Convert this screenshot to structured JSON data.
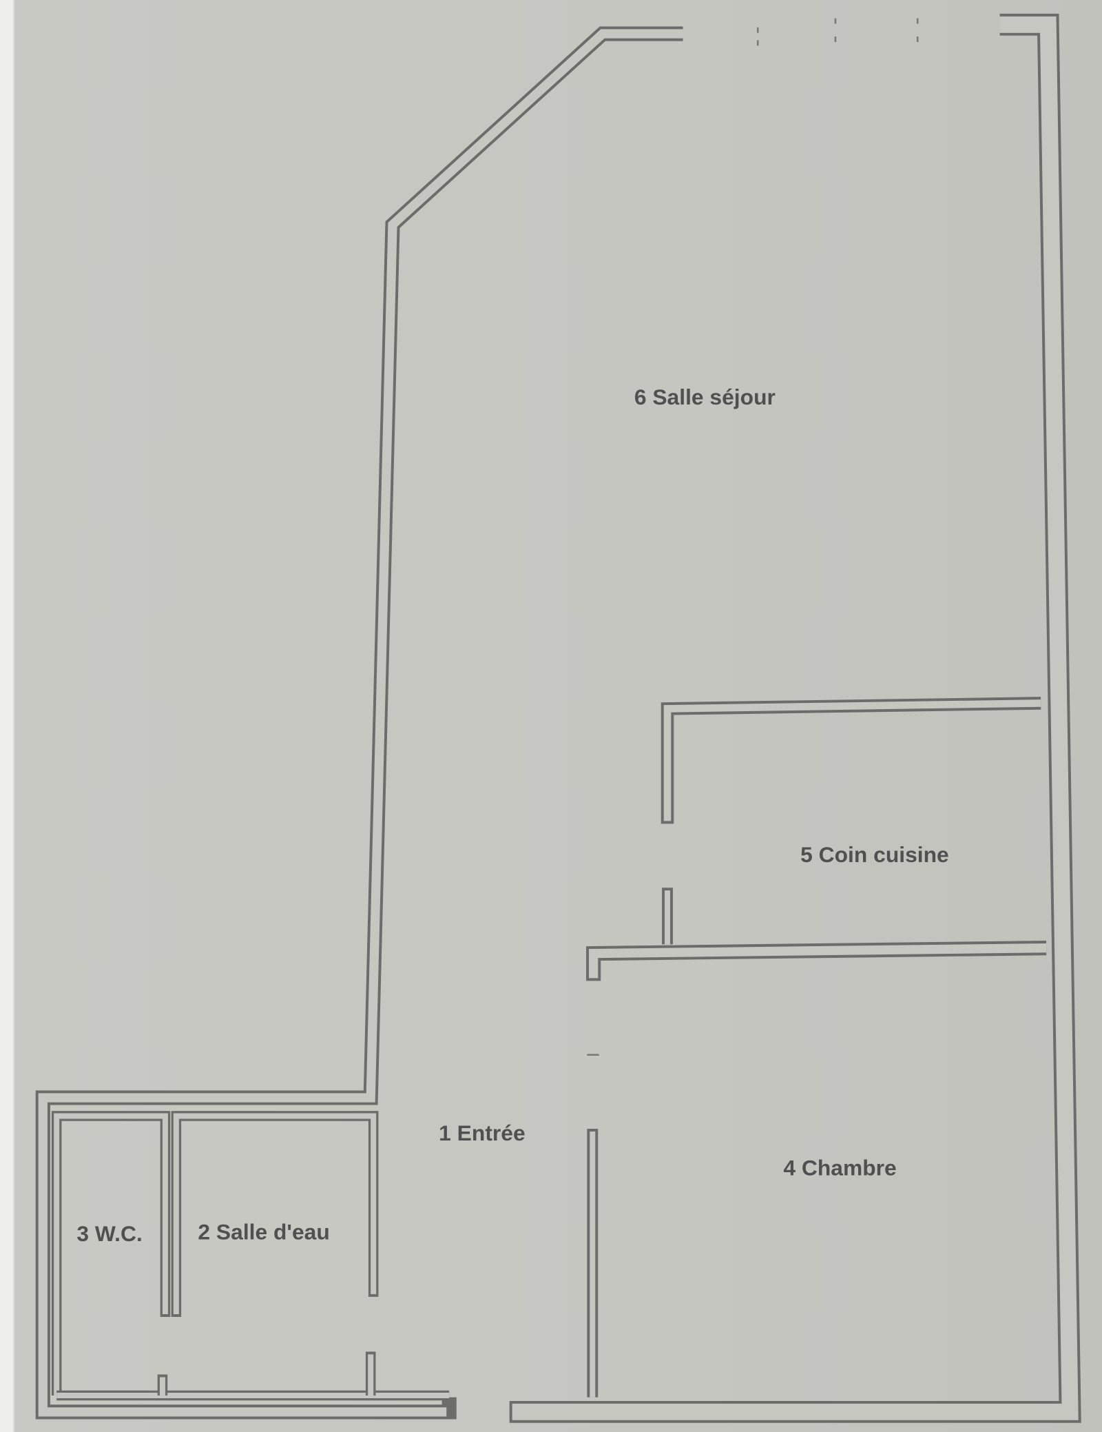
{
  "floor_plan": {
    "rooms": [
      {
        "id": "1",
        "label": "1 Entrée"
      },
      {
        "id": "2",
        "label": "2 Salle d'eau"
      },
      {
        "id": "3",
        "label": "3 W.C."
      },
      {
        "id": "4",
        "label": "4 Chambre"
      },
      {
        "id": "5",
        "label": "5 Coin cuisine"
      },
      {
        "id": "6",
        "label": "6 Salle séjour"
      }
    ],
    "colors": {
      "wall": "#6c6c6a",
      "paper": "#c7c7c2",
      "text": "#505050"
    }
  }
}
